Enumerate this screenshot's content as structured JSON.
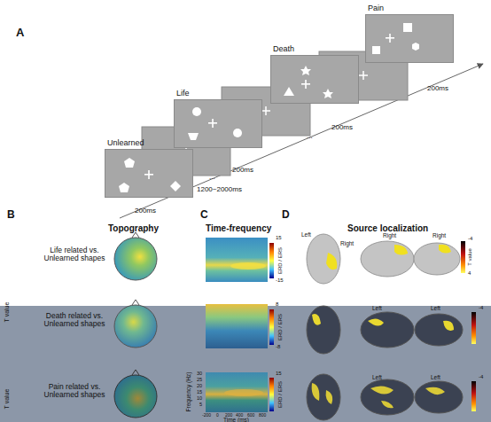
{
  "diagram": {
    "nodes": [
      {
        "text": [
          "Unlearned"
        ]
      },
      {
        "text": [
          "Life"
        ]
      },
      {
        "text": [
          "Death"
        ]
      },
      {
        "text": [
          "Pain"
        ]
      }
    ],
    "labels": [
      "A",
      "200ms",
      "1200~2000ms",
      "200ms",
      "...",
      "200ms",
      "...",
      "200ms",
      "B",
      "Topography",
      "C",
      "Time-frequency",
      "D",
      "Source localization",
      "Life related vs. Unlearned shapes",
      "Death related vs. Unlearned shapes",
      "Pain related vs. Unlearned shapes",
      "ERD / ERS",
      "15",
      "-15",
      "ERD / ERS",
      "8",
      "-8",
      "ERD / ERS",
      "15",
      "30",
      "25",
      "20",
      "15",
      "10",
      "5",
      "-200",
      "0",
      "200",
      "400",
      "600",
      "800",
      "Frequency (Hz)",
      "Time (ms)",
      "Left",
      "Right",
      "Right",
      "Right",
      "T value",
      "-4",
      "4",
      "Left",
      "Left",
      "-4",
      "Left",
      "Left",
      "-4",
      "T value",
      "T value"
    ]
  }
}
